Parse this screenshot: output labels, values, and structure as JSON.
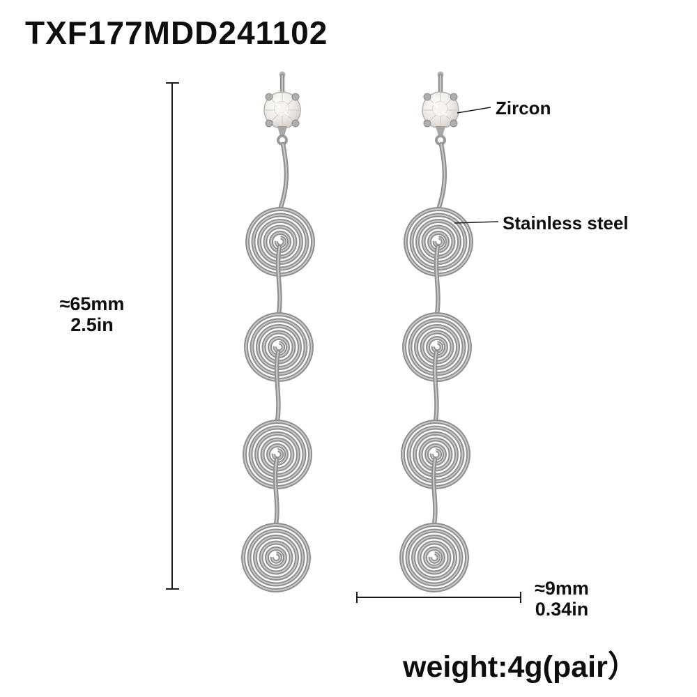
{
  "title": {
    "code": "TXF177MDD241102"
  },
  "labels": {
    "zircon": "Zircon",
    "stainless_steel": "Stainless steel"
  },
  "dimensions": {
    "length": {
      "mm": "≈65mm",
      "inch": "2.5in"
    },
    "width": {
      "mm": "≈9mm",
      "inch": "0.34in"
    }
  },
  "weight_label": "weight:4g(pair）",
  "colors": {
    "metal": "#909090",
    "metal_highlight": "#c9c9c9",
    "zircon_stone": "#edeae6",
    "annotation_line": "#1c1c1c",
    "text": "#0e0e0e",
    "background": "#ffffff"
  }
}
